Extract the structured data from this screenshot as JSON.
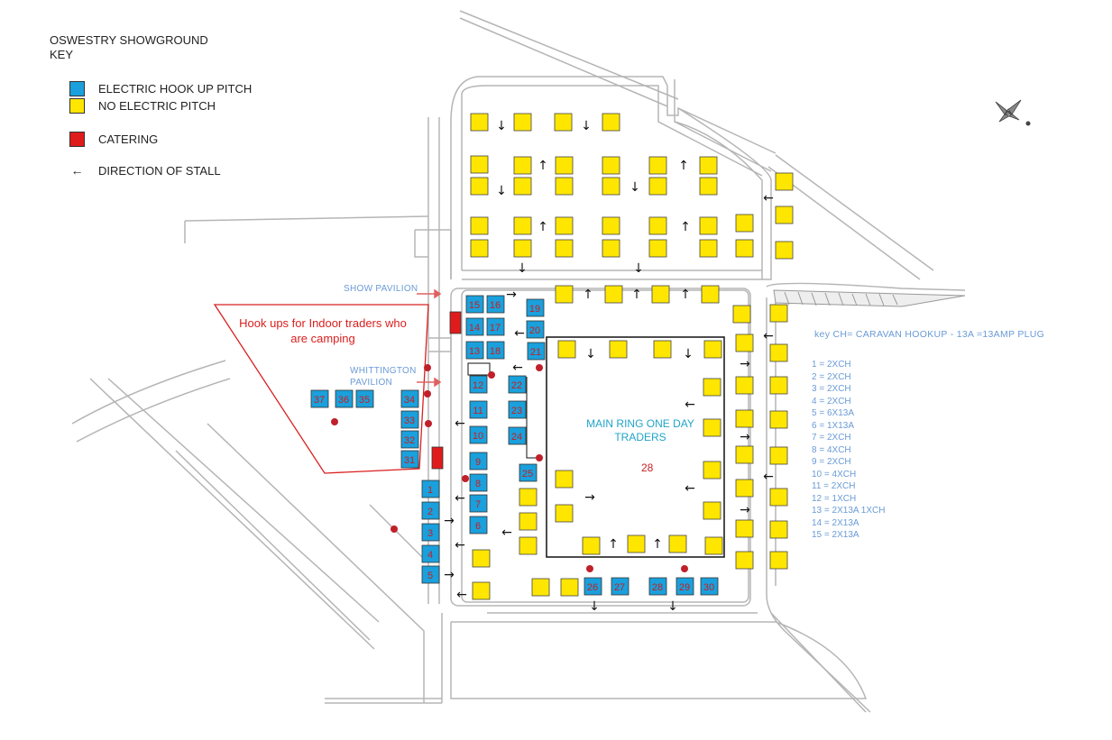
{
  "title": "OSWESTRY SHOWGROUND",
  "key_heading": "KEY",
  "key_items": [
    {
      "label": "ELECTRIC HOOK UP PITCH",
      "color": "#1aa0dc"
    },
    {
      "label": "NO ELECTRIC PITCH",
      "color": "#ffe600"
    },
    {
      "label": "CATERING",
      "color": "#e01b1b"
    },
    {
      "label": "DIRECTION OF STALL",
      "symbol": "←"
    }
  ],
  "hookup_area_label": "Hook ups for Indoor traders who are camping",
  "venues": {
    "show_pavilion": "SHOW PAVILION",
    "whittington_pavilion": "WHITTINGTON PAVILION",
    "main_ring": "MAIN RING ONE DAY TRADERS"
  },
  "hookup_legend": {
    "heading": "key CH= CARAVAN HOOKUP - 13A =13AMP PLUG",
    "items": [
      "1 = 2XCH",
      "2 = 2XCH",
      "3 = 2XCH",
      "4 = 2XCH",
      "5 = 6X13A",
      "6 = 1X13A",
      "7 = 2XCH",
      "8 = 4XCH",
      "9 = 2XCH",
      "10 = 4XCH",
      "11 = 2XCH",
      "12 = 1XCH",
      "13 = 2X13A 1XCH",
      "14 = 2X13A",
      "15 = 2X13A"
    ]
  },
  "electric_pitches": [
    "1",
    "2",
    "3",
    "4",
    "5",
    "6",
    "7",
    "8",
    "9",
    "10",
    "11",
    "12",
    "13",
    "14",
    "15",
    "16",
    "17",
    "18",
    "19",
    "20",
    "21",
    "22",
    "23",
    "24",
    "25",
    "26",
    "27",
    "28",
    "29",
    "30",
    "31",
    "32",
    "33",
    "34",
    "35",
    "36",
    "37"
  ],
  "ring_pitch_number": "28"
}
